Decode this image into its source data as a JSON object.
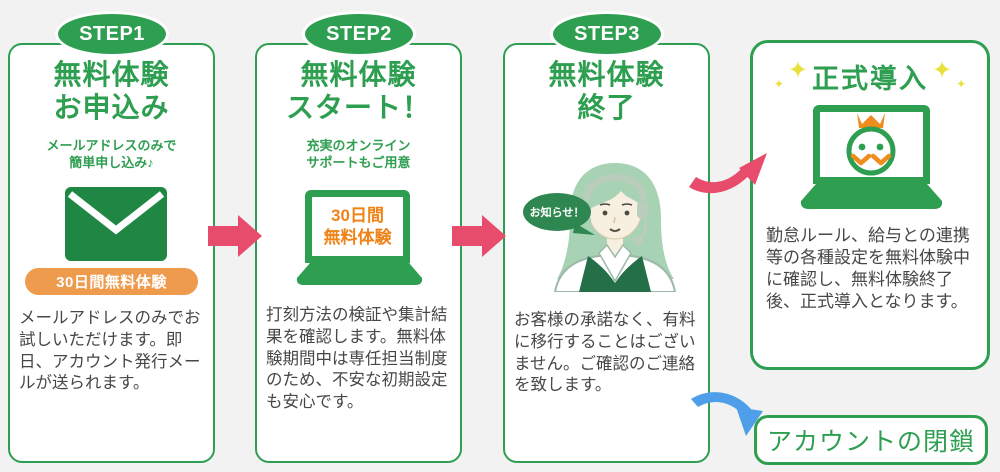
{
  "colors": {
    "green": "#2e9e51",
    "envelope_green": "#1f8743",
    "bubble_green": "#2e8650",
    "vest_green": "#256f48",
    "orange_ribbon": "#ef9b4e",
    "orange_text": "#ef8318",
    "pink_arrow": "#e84c6d",
    "blue_arrow": "#4e9ee9",
    "sparkle_yellow": "#e8e13c",
    "body_text": "#474747",
    "background": "#f2f2f2"
  },
  "steps": [
    {
      "badge": "STEP1",
      "title_line1": "無料体験",
      "title_line2": "お申込み",
      "subtitle_line1": "メールアドレスのみで",
      "subtitle_line2": "簡単申し込み♪",
      "ribbon": "30日間無料体験",
      "body": "メールアドレスのみでお試しいただけます。即日、アカウント発行メールが送られます。"
    },
    {
      "badge": "STEP2",
      "title_line1": "無料体験",
      "title_line2": "スタート！",
      "subtitle_line1": "充実のオンライン",
      "subtitle_line2": "サポートもご用意",
      "laptop_line1": "30日間",
      "laptop_line2": "無料体験",
      "body": "打刻方法の検証や集計結果を確認します。無料体験期間中は専任担当制度のため、不安な初期設定も安心です。"
    },
    {
      "badge": "STEP3",
      "title_line1": "無料体験",
      "title_line2": "終了",
      "speech_bubble": "お知らせ！",
      "body": "お客様の承諾なく、有料に移行することはございません。ご確認のご連絡を致します。"
    }
  ],
  "adoption": {
    "title": "正式導入",
    "body": "勤怠ルール、給与との連携等の各種設定を無料体験中に確認し、無料体験終了後、正式導入となります。"
  },
  "closure": {
    "label": "アカウントの閉鎖"
  }
}
